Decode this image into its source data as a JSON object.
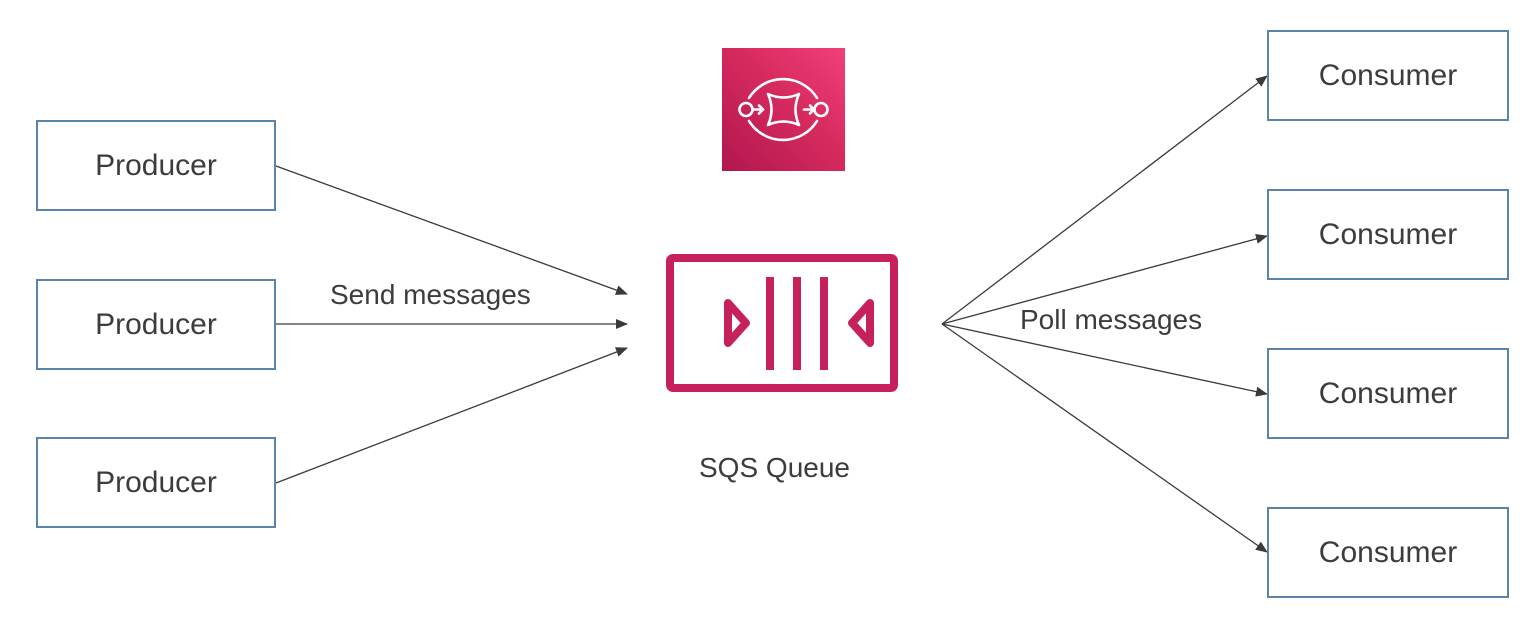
{
  "diagram": {
    "producers": [
      {
        "label": "Producer"
      },
      {
        "label": "Producer"
      },
      {
        "label": "Producer"
      }
    ],
    "consumers": [
      {
        "label": "Consumer"
      },
      {
        "label": "Consumer"
      },
      {
        "label": "Consumer"
      },
      {
        "label": "Consumer"
      }
    ],
    "send_label": "Send messages",
    "poll_label": "Poll messages",
    "queue_label": "SQS Queue",
    "service_icon": "sqs-service-icon",
    "queue_icon": "sqs-queue-icon",
    "colors": {
      "accent": "#c7215d",
      "box_border": "#5a84a8",
      "arrow": "#3a3a3a",
      "text": "#3c3c3c"
    }
  }
}
